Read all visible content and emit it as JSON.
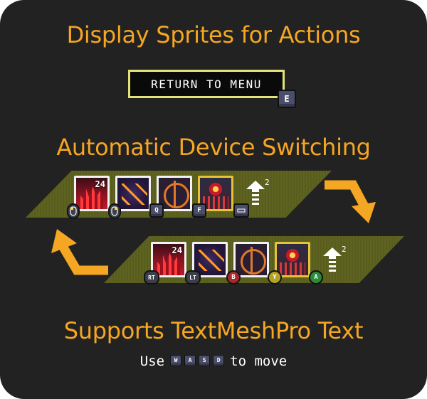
{
  "headings": {
    "display_sprites": "Display Sprites for Actions",
    "device_switching": "Automatic Device Switching",
    "textmeshpro": "Supports TextMeshPro Text"
  },
  "menu": {
    "button_label": "RETURN TO MENU",
    "key": "E"
  },
  "keyboard_bar": {
    "tiles": [
      {
        "icon": "fire-burst-icon",
        "count": "24"
      },
      {
        "icon": "missile-barrage-icon",
        "count": ""
      },
      {
        "icon": "target-reticle-icon",
        "count": ""
      },
      {
        "icon": "red-eye-icon",
        "count": ""
      }
    ],
    "badges": [
      "mouse-left-icon",
      "mouse-right-icon",
      "Q",
      "F",
      "space-bar-icon"
    ],
    "upgrade_count": "2"
  },
  "gamepad_bar": {
    "tiles": [
      {
        "icon": "fire-burst-icon",
        "count": "24"
      },
      {
        "icon": "missile-barrage-icon",
        "count": ""
      },
      {
        "icon": "target-reticle-icon",
        "count": ""
      },
      {
        "icon": "red-eye-icon",
        "count": ""
      }
    ],
    "badges": [
      "RT",
      "LT",
      "B",
      "Y",
      "A"
    ],
    "upgrade_count": "2"
  },
  "caption": {
    "before": "Use",
    "keys": [
      "W",
      "A",
      "S",
      "D"
    ],
    "after": "to move"
  },
  "colors": {
    "accent": "#f5a623",
    "background": "#222222",
    "band": "#5e6320",
    "button_border": "#e3e37a",
    "key": "#4b4e6b",
    "face_b": "#a8272b",
    "face_y": "#b4a323",
    "face_a": "#2c8b3a"
  }
}
